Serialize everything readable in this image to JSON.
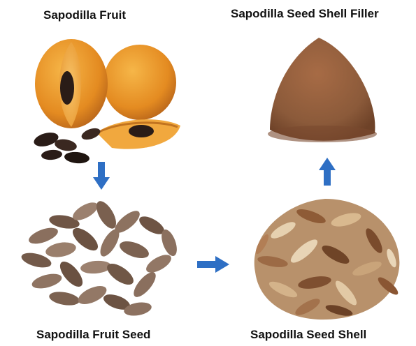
{
  "labels": {
    "fruit": "Sapodilla Fruit",
    "filler": "Sapodilla Seed Shell Filler",
    "seed": "Sapodilla Fruit Seed",
    "shell": "Sapodilla Seed Shell"
  },
  "colors": {
    "arrow": "#2e6fc4",
    "fruit_skin": "#e89a2c",
    "fruit_flesh": "#f3b44a",
    "seed_dark": "#2a1c17",
    "seed_brown": "#8a6f5e",
    "powder": "#8b5a3a",
    "shell": "#a8794f"
  },
  "icons": {
    "down_arrow": "down-arrow-icon",
    "right_arrow": "right-arrow-icon",
    "up_arrow": "up-arrow-icon"
  }
}
